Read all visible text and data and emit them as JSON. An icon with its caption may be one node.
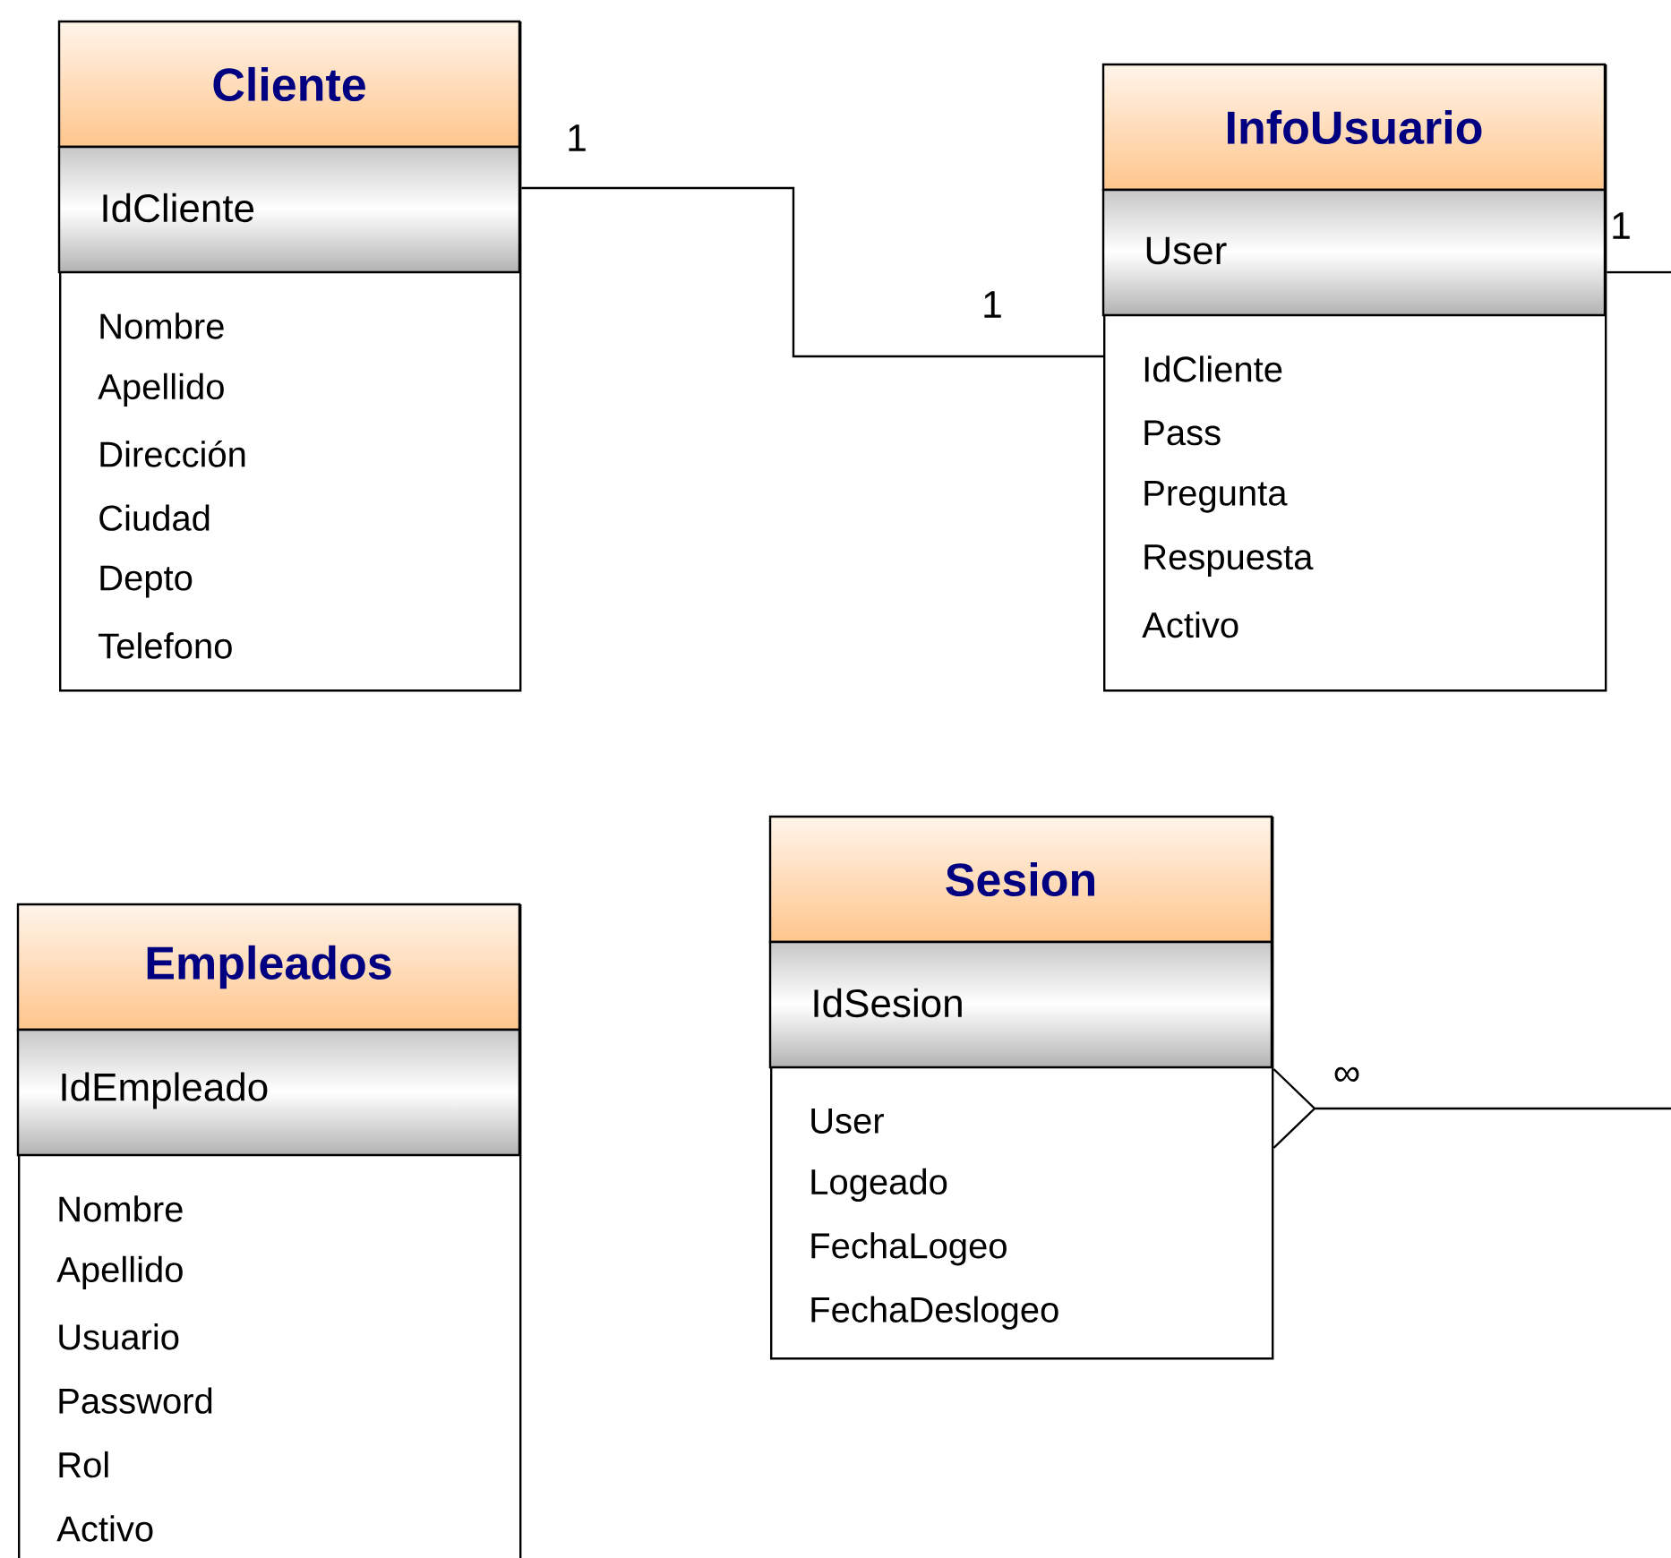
{
  "diagram": {
    "nodes": [
      {
        "text": [
          "Cliente",
          "IdCliente",
          "Nombre",
          "Apellido",
          "Dirección",
          "Ciudad",
          "Depto",
          "Telefono"
        ]
      },
      {
        "text": [
          "InfoUsuario",
          "User",
          "IdCliente",
          "Pass",
          "Pregunta",
          "Respuesta",
          "Activo"
        ]
      },
      {
        "text": [
          "Empleados",
          "IdEmpleado",
          "Nombre",
          "Apellido",
          "Usuario",
          "Password",
          "Rol",
          "Activo"
        ]
      },
      {
        "text": [
          "Sesion",
          "IdSesion",
          "User",
          "Logeado",
          "FechaLogeo",
          "FechaDeslogeo"
        ]
      }
    ],
    "edges": [
      {
        "from": 0,
        "to": 1,
        "arrow": "none"
      },
      {
        "from": 1,
        "to": null,
        "arrow": "none"
      },
      {
        "from": 3,
        "to": null,
        "arrow": "other"
      }
    ],
    "labels": [
      "1",
      "1",
      "1",
      "∞"
    ]
  }
}
